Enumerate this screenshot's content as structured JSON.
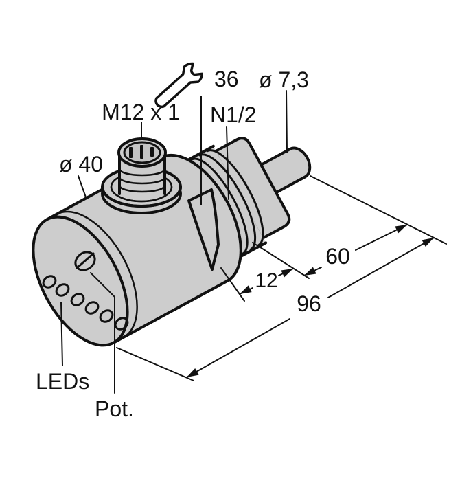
{
  "diagram": {
    "part_labels": {
      "connector": "M12 x 1",
      "wrench_size": "36",
      "process_thread": "N1/2",
      "probe_diameter": "ø 7,3",
      "body_diameter": "ø 40",
      "leds": "LEDs",
      "potentiometer": "Pot."
    },
    "dimensions_mm": {
      "thread_section": "12",
      "probe_section": "60",
      "overall": "96"
    },
    "icons": {
      "wrench": "open-end-wrench-icon"
    },
    "colors": {
      "body_fill": "#cdcdcd",
      "line": "#111111",
      "background": "#ffffff"
    }
  }
}
